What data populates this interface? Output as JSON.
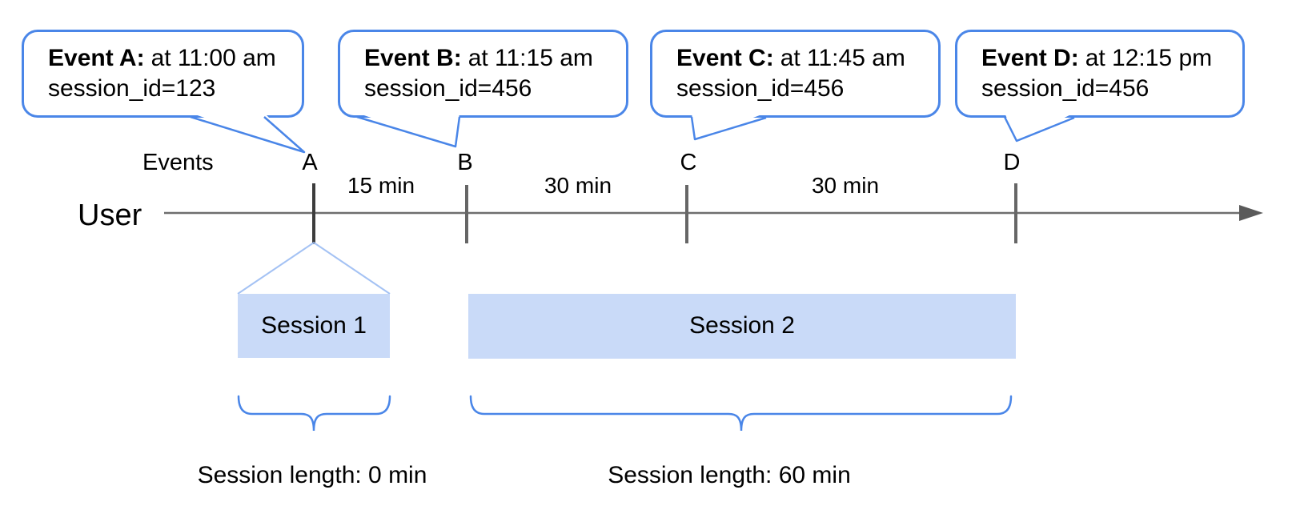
{
  "diagram": {
    "user_label": "User",
    "events_label": "Events",
    "events": [
      {
        "letter": "A",
        "title": "Event A:",
        "time": "at 11:00 am",
        "session": "session_id=123"
      },
      {
        "letter": "B",
        "title": "Event B:",
        "time": "at 11:15 am",
        "session": "session_id=456"
      },
      {
        "letter": "C",
        "title": "Event C:",
        "time": "at 11:45 am",
        "session": "session_id=456"
      },
      {
        "letter": "D",
        "title": "Event D:",
        "time": "at 12:15 pm",
        "session": "session_id=456"
      }
    ],
    "intervals": [
      "15 min",
      "30 min",
      "30 min"
    ],
    "sessions": [
      {
        "label": "Session 1",
        "length_label": "Session length: 0 min"
      },
      {
        "label": "Session 2",
        "length_label": "Session length: 60 min"
      }
    ],
    "colors": {
      "accent_blue": "#4a86e8",
      "session_fill": "#c9daf8",
      "funnel_line": "#a4c2f4",
      "timeline_gray": "#6e6e6e",
      "tick_dark": "#3c3c3c",
      "tick_gray": "#666666",
      "text_black": "#000000"
    }
  }
}
